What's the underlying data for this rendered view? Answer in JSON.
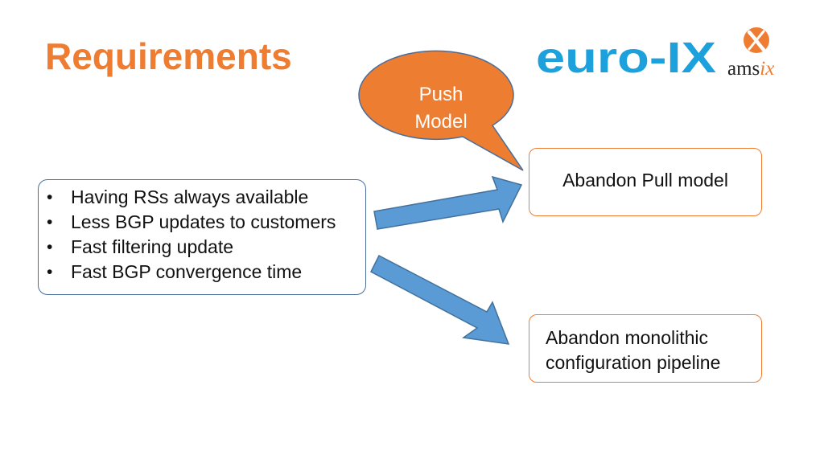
{
  "title": "Requirements",
  "logos": {
    "euroix": "euro-IX",
    "amsix_prefix": "ams",
    "amsix_suffix": "ix"
  },
  "callout": {
    "line1": "Push",
    "line2": "Model",
    "fill_color": "#ed7d31",
    "border_color": "#4a6d9a"
  },
  "requirements": {
    "items": [
      "Having RSs always available",
      "Less BGP updates to customers",
      "Fast filtering update",
      "Fast BGP convergence time"
    ]
  },
  "results": {
    "pull": "Abandon Pull model",
    "monolithic_line1": "Abandon monolithic",
    "monolithic_line2": "configuration pipeline"
  },
  "colors": {
    "title": "#ee7d31",
    "arrow_fill": "#5b9bd5",
    "arrow_stroke": "#41719c",
    "result_border": "#ee7d31",
    "euroix_blue": "#1da1dc"
  }
}
